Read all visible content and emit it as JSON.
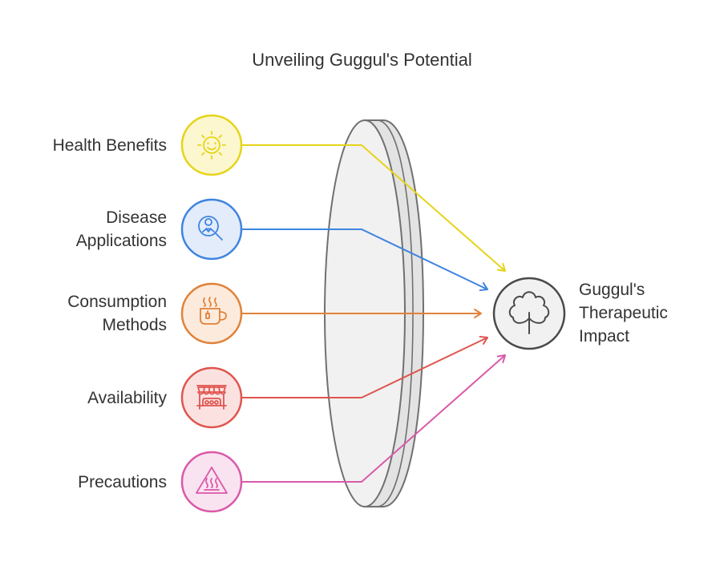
{
  "title": "Unveiling Guggul's Potential",
  "colors": {
    "health_benefits": "#e6d41a",
    "disease_applications": "#3f84e0",
    "consumption_methods": "#e0823a",
    "availability": "#e0554f",
    "precautions": "#d95aa8",
    "lens": "#f1f1f1",
    "outline": "#707070"
  },
  "inputs": [
    {
      "id": "health-benefits",
      "line1": "Health Benefits",
      "line2": "",
      "icon": "sun-smile-icon"
    },
    {
      "id": "disease-applications",
      "line1": "Disease",
      "line2": "Applications",
      "icon": "person-magnifier-icon"
    },
    {
      "id": "consumption-methods",
      "line1": "Consumption",
      "line2": "Methods",
      "icon": "hot-cup-icon"
    },
    {
      "id": "availability",
      "line1": "Availability",
      "line2": "",
      "icon": "market-stall-icon"
    },
    {
      "id": "precautions",
      "line1": "Precautions",
      "line2": "",
      "icon": "hot-surface-warning-icon"
    }
  ],
  "output": {
    "line1": "Guggul's",
    "line2": "Therapeutic",
    "line3": "Impact",
    "icon": "clover-leaf-icon"
  }
}
